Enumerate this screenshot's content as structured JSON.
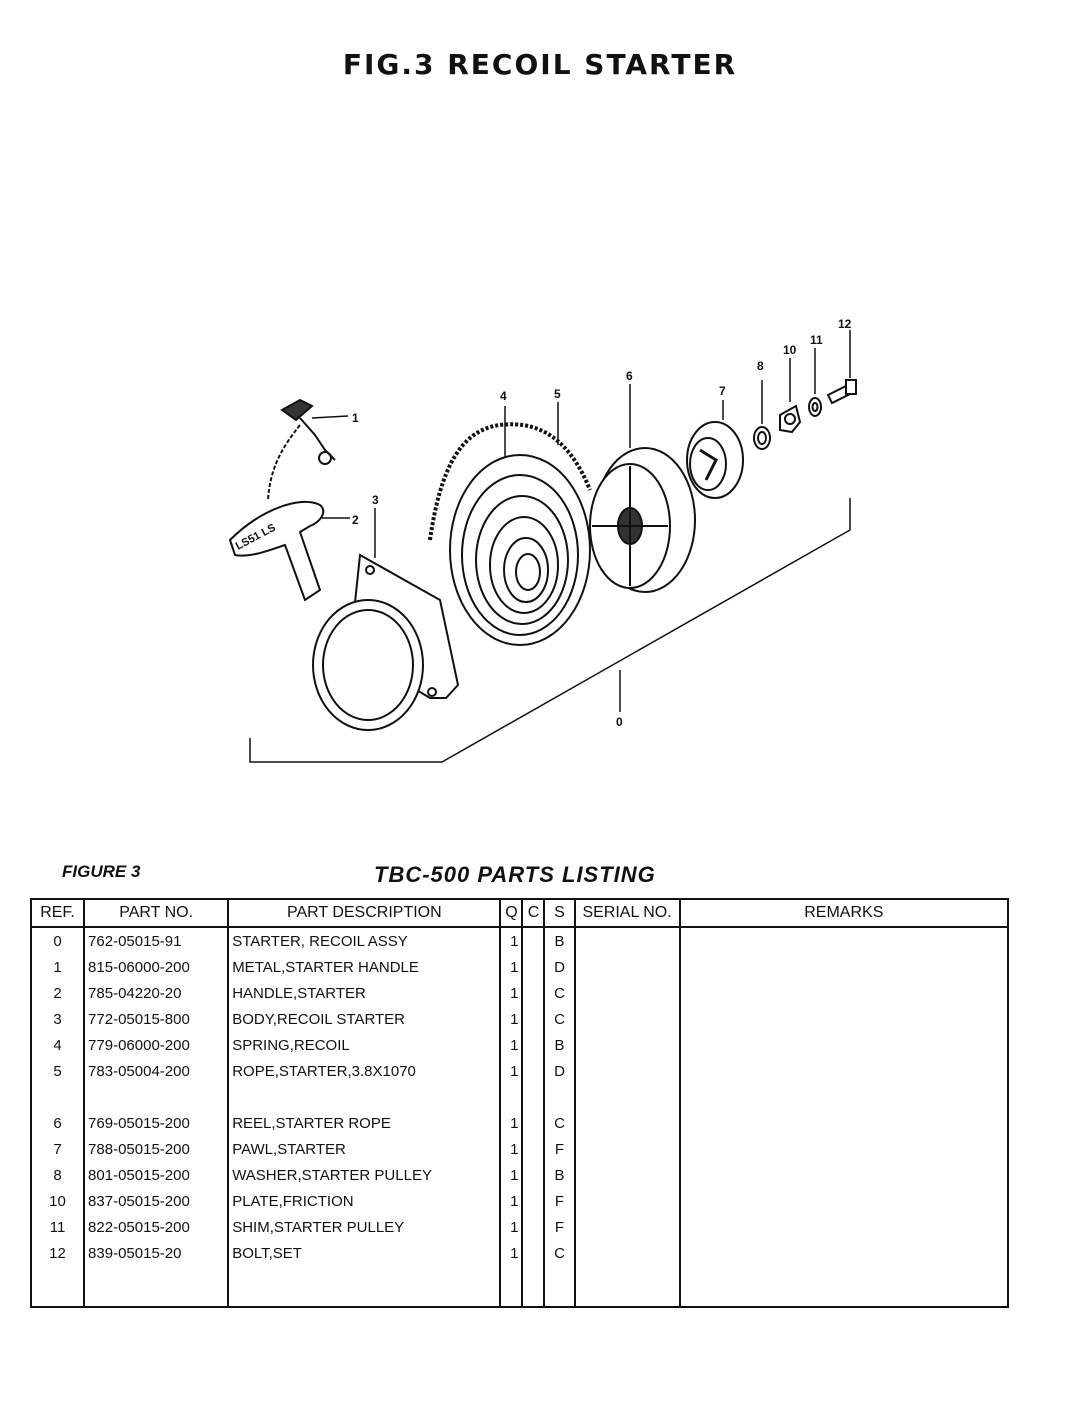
{
  "title": "FIG.3  RECOIL  STARTER",
  "figure_label": "FIGURE 3",
  "listing_title": "TBC-500  PARTS  LISTING",
  "diagram": {
    "callouts": [
      "0",
      "1",
      "2",
      "3",
      "4",
      "5",
      "6",
      "7",
      "8",
      "10",
      "11",
      "12"
    ],
    "handle_text": "LS51 LS"
  },
  "table": {
    "headers": [
      "REF.",
      "PART NO.",
      "PART DESCRIPTION",
      "Q",
      "C",
      "S",
      "SERIAL NO.",
      "REMARKS"
    ],
    "rows": [
      {
        "ref": "0",
        "part_no": "762-05015-91",
        "desc": "STARTER, RECOIL ASSY",
        "q": "1",
        "c": "",
        "s": "B"
      },
      {
        "ref": "1",
        "part_no": "815-06000-200",
        "desc": "METAL,STARTER HANDLE",
        "q": "1",
        "c": "",
        "s": "D"
      },
      {
        "ref": "2",
        "part_no": "785-04220-20",
        "desc": "HANDLE,STARTER",
        "q": "1",
        "c": "",
        "s": "C"
      },
      {
        "ref": "3",
        "part_no": "772-05015-800",
        "desc": "BODY,RECOIL STARTER",
        "q": "1",
        "c": "",
        "s": "C"
      },
      {
        "ref": "4",
        "part_no": "779-06000-200",
        "desc": "SPRING,RECOIL",
        "q": "1",
        "c": "",
        "s": "B"
      },
      {
        "ref": "5",
        "part_no": "783-05004-200",
        "desc": "ROPE,STARTER,3.8X1070",
        "q": "1",
        "c": "",
        "s": "D"
      },
      {
        "ref": "",
        "part_no": "",
        "desc": "",
        "q": "",
        "c": "",
        "s": ""
      },
      {
        "ref": "6",
        "part_no": "769-05015-200",
        "desc": "REEL,STARTER ROPE",
        "q": "1",
        "c": "",
        "s": "C"
      },
      {
        "ref": "7",
        "part_no": "788-05015-200",
        "desc": "PAWL,STARTER",
        "q": "1",
        "c": "",
        "s": "F"
      },
      {
        "ref": "8",
        "part_no": "801-05015-200",
        "desc": "WASHER,STARTER PULLEY",
        "q": "1",
        "c": "",
        "s": "B"
      },
      {
        "ref": "10",
        "part_no": "837-05015-200",
        "desc": "PLATE,FRICTION",
        "q": "1",
        "c": "",
        "s": "F"
      },
      {
        "ref": "11",
        "part_no": "822-05015-200",
        "desc": "SHIM,STARTER PULLEY",
        "q": "1",
        "c": "",
        "s": "F"
      },
      {
        "ref": "12",
        "part_no": "839-05015-20",
        "desc": "BOLT,SET",
        "q": "1",
        "c": "",
        "s": "C"
      }
    ]
  }
}
